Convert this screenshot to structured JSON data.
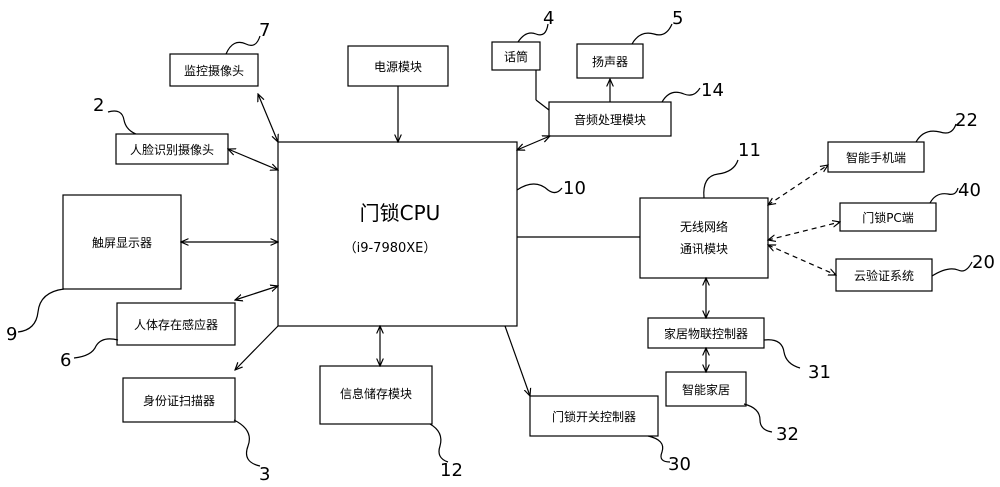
{
  "cpu": {
    "title": "门锁CPU",
    "model": "（i9-7980XE）",
    "ref": "10"
  },
  "modules": {
    "monitor_camera": {
      "label": "监控摄像头",
      "ref": "7"
    },
    "face_camera": {
      "label": "人脸识别摄像头",
      "ref": "2"
    },
    "touch_display": {
      "label": "触屏显示器",
      "ref": "9"
    },
    "presence_sensor": {
      "label": "人体存在感应器",
      "ref": "6"
    },
    "id_scanner": {
      "label": "身份证扫描器",
      "ref": "3"
    },
    "power": {
      "label": "电源模块"
    },
    "microphone": {
      "label": "话筒",
      "ref": "4"
    },
    "speaker": {
      "label": "扬声器",
      "ref": "5"
    },
    "audio": {
      "label": "音频处理模块",
      "ref": "14"
    },
    "storage": {
      "label": "信息储存模块",
      "ref": "12"
    },
    "lock_switch": {
      "label": "门锁开关控制器",
      "ref": "30"
    },
    "wireless": {
      "line1": "无线网络",
      "line2": "通讯模块",
      "ref": "11"
    },
    "smartphone": {
      "label": "智能手机端",
      "ref": "22"
    },
    "lock_pc": {
      "label": "门锁PC端",
      "ref": "40"
    },
    "cloud": {
      "label": "云验证系统",
      "ref": "20"
    },
    "iot_controller": {
      "label": "家居物联控制器",
      "ref": "31"
    },
    "smart_home": {
      "label": "智能家居",
      "ref": "32"
    }
  }
}
